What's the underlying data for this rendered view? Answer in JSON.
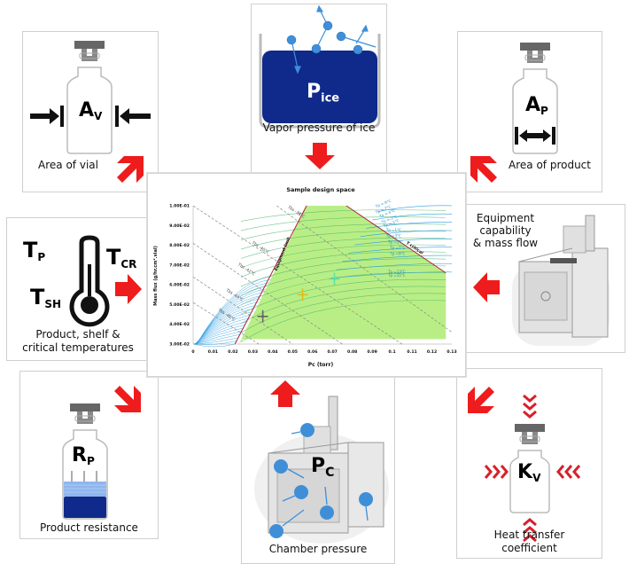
{
  "panels": {
    "vial_area": {
      "symbol": "A",
      "sub": "V",
      "caption": "Area of vial"
    },
    "vapor_pressure": {
      "symbol": "P",
      "sub": "ice",
      "caption": "Vapor pressure of ice"
    },
    "product_area": {
      "symbol": "A",
      "sub": "P",
      "caption": "Area of product"
    },
    "temperatures": {
      "tp": "T",
      "tp_sub": "P",
      "tcr": "T",
      "tcr_sub": "CR",
      "tsh": "T",
      "tsh_sub": "SH",
      "caption_line1": "Product, shelf &",
      "caption_line2": "critical temperatures"
    },
    "equipment": {
      "caption_line1": "Equipment",
      "caption_line2": "capability",
      "caption_line3": "& mass flow"
    },
    "product_resistance": {
      "symbol": "R",
      "sub": "P",
      "caption": "Product resistance"
    },
    "chamber_pressure": {
      "symbol": "P",
      "sub": "C",
      "caption": "Chamber pressure"
    },
    "heat_transfer": {
      "symbol": "K",
      "sub": "V",
      "caption_line1": "Heat transfer",
      "caption_line2": "coefficient"
    }
  },
  "colors": {
    "arrow": "#ee1c1c",
    "ice": "#0f2a8a",
    "green_region": "#b9ee86",
    "blue_lines": "#2f9fe0",
    "limit_line": "#b0203a",
    "dashed": "#888888"
  },
  "chart_data": {
    "type": "line",
    "title": "Sample design space",
    "xlabel": "Pc (torr)",
    "ylabel": "Mass flux (g/hr.cm².vial)",
    "xlim": [
      0,
      0.13
    ],
    "ylim": [
      0.03,
      0.1
    ],
    "x_ticks": [
      "0",
      "0.01",
      "0.02",
      "0.03",
      "0.04",
      "0.05",
      "0.06",
      "0.07",
      "0.08",
      "0.09",
      "0.1",
      "0.11",
      "0.12",
      "0.13"
    ],
    "y_ticks": [
      "3.00E-02",
      "4.00E-02",
      "5.00E-02",
      "6.00E-02",
      "7.00E-02",
      "8.00E-02",
      "9.00E-02",
      "1.00E-01"
    ],
    "design_space_polygon": [
      [
        0.023,
        0.03
      ],
      [
        0.057,
        0.1
      ],
      [
        0.077,
        0.1
      ],
      [
        0.127,
        0.066
      ],
      [
        0.127,
        0.0325
      ],
      [
        0.025,
        0.0325
      ]
    ],
    "equipment_limit": {
      "label": "Equipment limit",
      "points": [
        [
          0.021,
          0.03
        ],
        [
          0.057,
          0.1
        ]
      ]
    },
    "t_critical": {
      "label": "T critical",
      "points": [
        [
          0.077,
          0.1
        ],
        [
          0.127,
          0.066
        ]
      ]
    },
    "shelf_temp_lines": [
      {
        "label": "Tbs -38°C",
        "points": [
          [
            0.042,
            0.1
          ],
          [
            0.13,
            0.036
          ]
        ]
      },
      {
        "label": "Tbs -40°C",
        "points": [
          [
            0.0,
            0.1
          ],
          [
            0.105,
            0.03
          ]
        ]
      },
      {
        "label": "Tbs -42°C",
        "points": [
          [
            0.0,
            0.081
          ],
          [
            0.075,
            0.03
          ]
        ]
      },
      {
        "label": "Tbs -44°C",
        "points": [
          [
            0.0,
            0.064
          ],
          [
            0.05,
            0.03
          ]
        ]
      },
      {
        "label": "Tbs -46°C",
        "points": [
          [
            0.0,
            0.051
          ],
          [
            0.033,
            0.03
          ]
        ]
      }
    ],
    "product_temp_labels": [
      "Tp =-9°C",
      "Tp =-7°C",
      "Tp =-5°C",
      "Tp =-3°C",
      "Tp =-1°C",
      "Tp =1°C",
      "Tp =3°C",
      "Tp =5°C",
      "Tp =7°C",
      "Tp =9°C",
      "Tp =13°C",
      "Tp =15°C"
    ],
    "markers": [
      {
        "x": 0.035,
        "y": 0.044,
        "color": "#666666"
      },
      {
        "x": 0.055,
        "y": 0.055,
        "color": "#d8c020"
      },
      {
        "x": 0.071,
        "y": 0.063,
        "color": "#60e0a0"
      }
    ],
    "grid": false
  }
}
